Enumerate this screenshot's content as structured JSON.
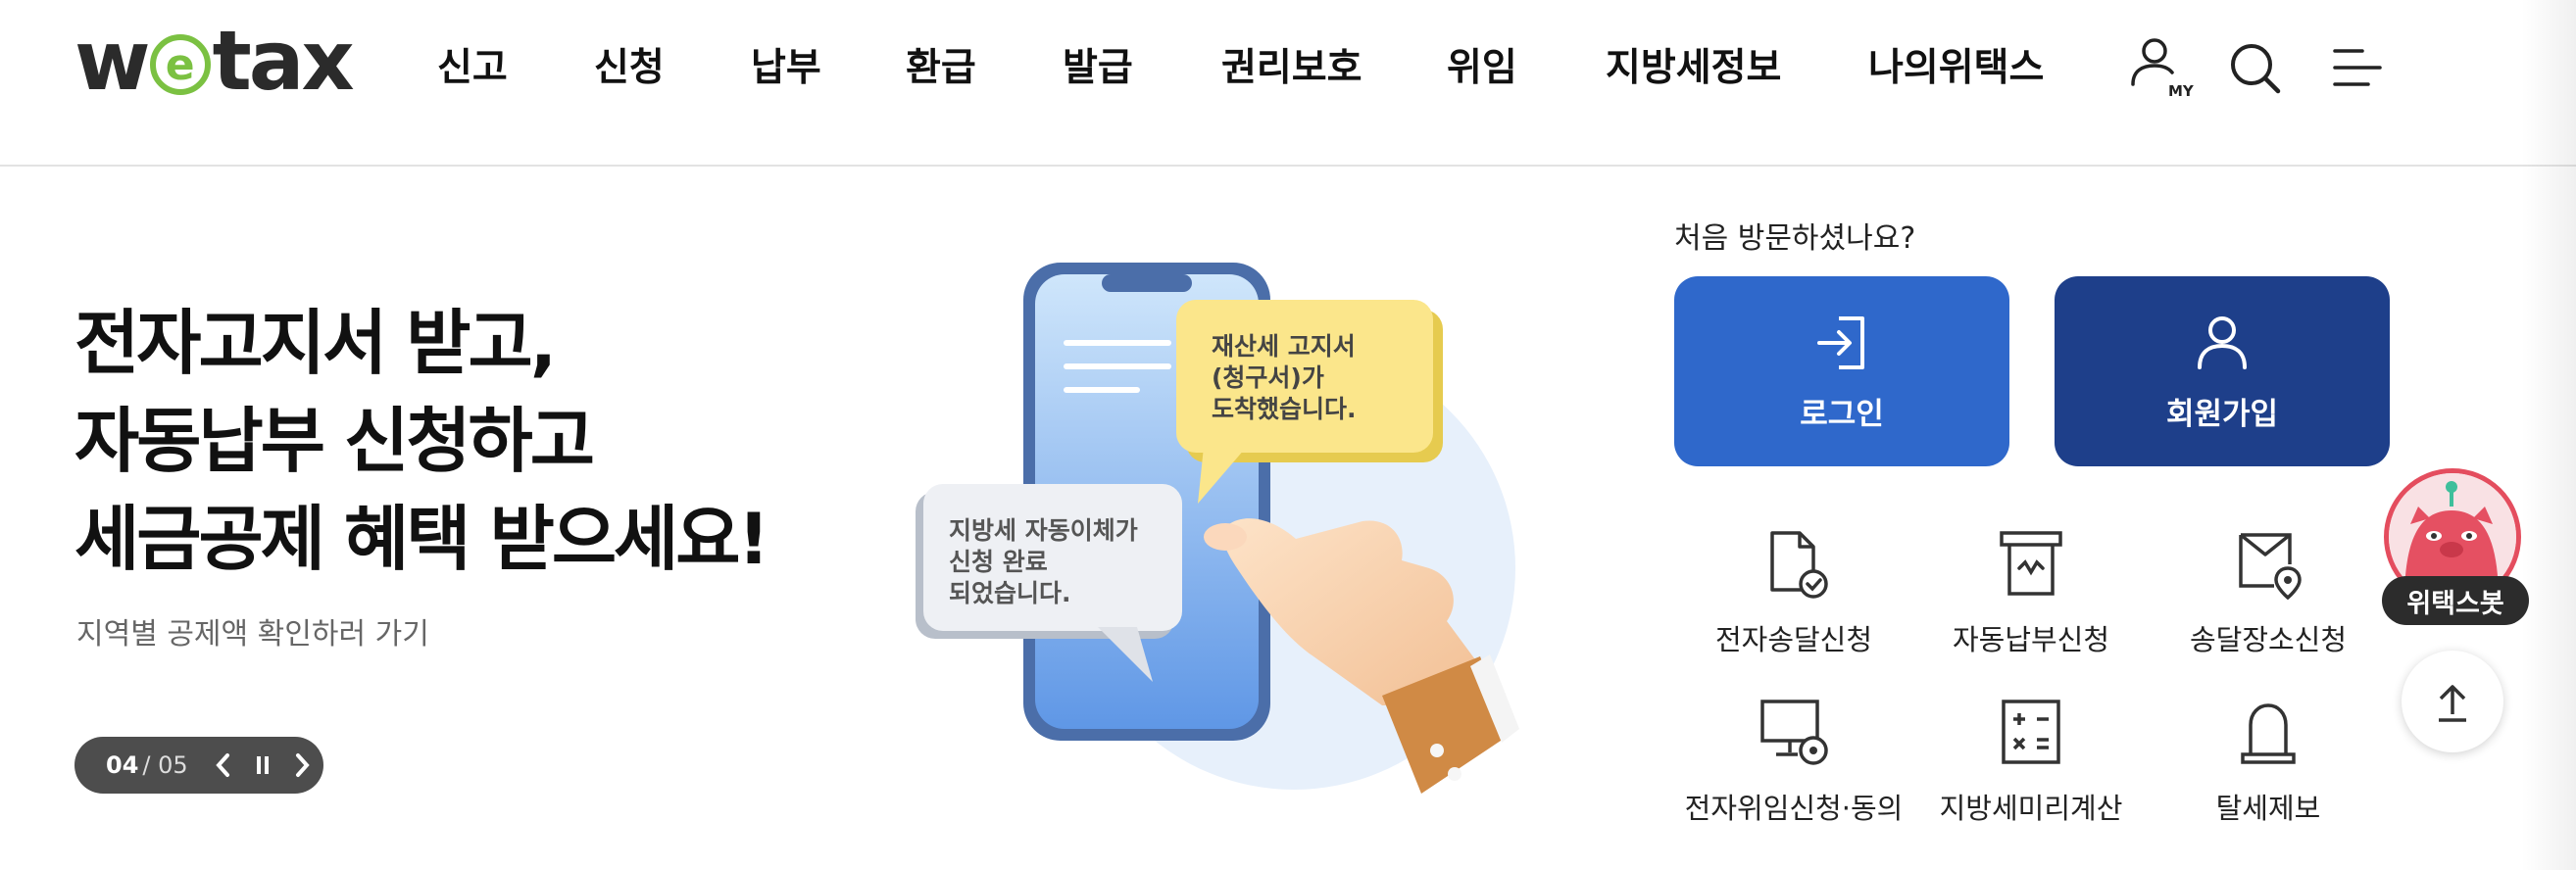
{
  "header": {
    "logo": {
      "pre": "w",
      "ring": "e",
      "post": "tax"
    },
    "nav": [
      {
        "label": "신고",
        "name": "nav-report"
      },
      {
        "label": "신청",
        "name": "nav-apply"
      },
      {
        "label": "납부",
        "name": "nav-payment"
      },
      {
        "label": "환급",
        "name": "nav-refund"
      },
      {
        "label": "발급",
        "name": "nav-issue"
      },
      {
        "label": "권리보호",
        "name": "nav-rights-protection"
      },
      {
        "label": "위임",
        "name": "nav-delegation"
      },
      {
        "label": "지방세정보",
        "name": "nav-local-tax-info"
      },
      {
        "label": "나의위택스",
        "name": "nav-my-wetax"
      }
    ],
    "my_badge": "MY",
    "icons": [
      "user-my-icon",
      "search-icon",
      "menu-icon"
    ]
  },
  "hero": {
    "title_lines": [
      "전자고지서 받고,",
      "자동납부 신청하고",
      "세금공제 혜택 받으세요!"
    ],
    "link": "지역별 공제액 확인하러 가기",
    "pager": {
      "current": "04",
      "total": "/ 05"
    },
    "bubble_yellow": [
      "재산세 고지서",
      "(청구서)가",
      "도착했습니다."
    ],
    "bubble_gray": [
      "지방세 자동이체가",
      "신청 완료",
      "되었습니다."
    ]
  },
  "panel": {
    "question": "처음 방문하셨나요?",
    "login_label": "로그인",
    "join_label": "회원가입",
    "services": [
      {
        "label": "전자송달신청",
        "icon": "document-check-icon"
      },
      {
        "label": "자동납부신청",
        "icon": "auto-payment-icon"
      },
      {
        "label": "송달장소신청",
        "icon": "location-envelope-icon"
      },
      {
        "label": "전자위임신청·동의",
        "icon": "monitor-lock-icon"
      },
      {
        "label": "지방세미리계산",
        "icon": "calculator-icon"
      },
      {
        "label": "탈세제보",
        "icon": "siren-icon"
      }
    ]
  },
  "floating": {
    "bot_label": "위택스봇"
  },
  "colors": {
    "brand_green": "#7bc142",
    "login_blue": "#2f68cb",
    "join_navy": "#1e3f8a",
    "bot_red": "#e44d5e"
  }
}
